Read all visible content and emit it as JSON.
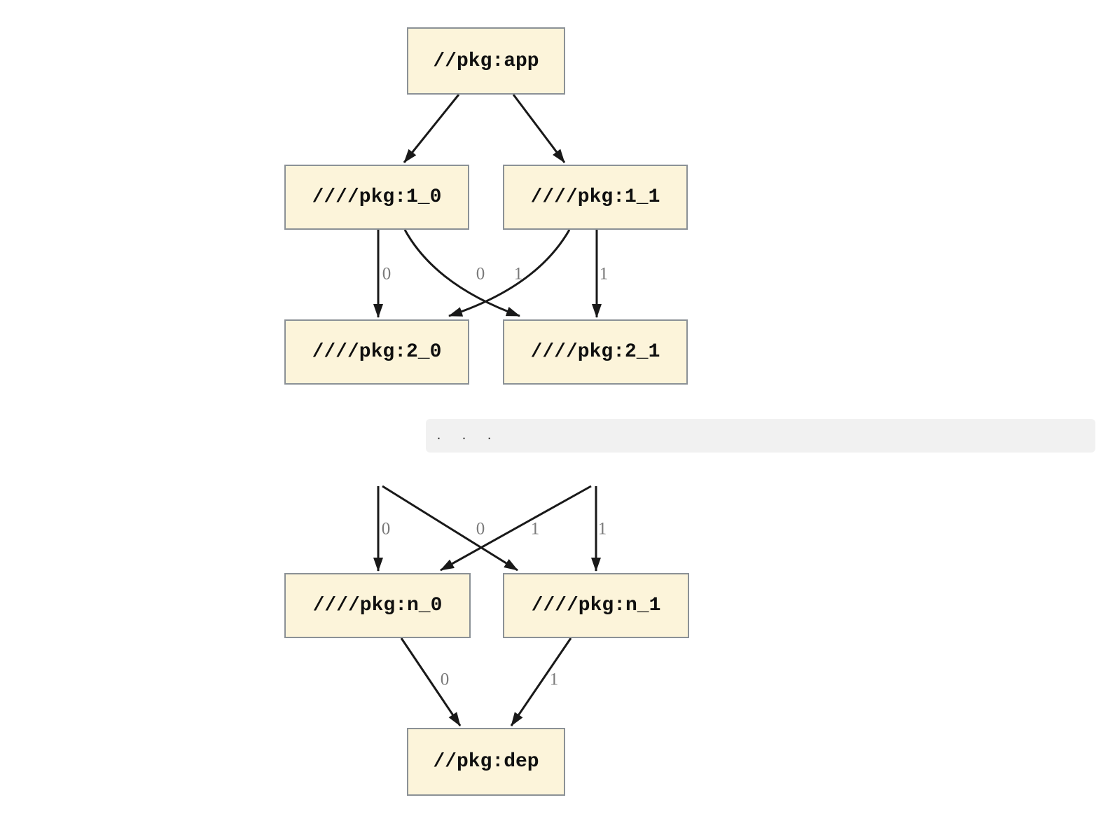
{
  "diagram": {
    "description": "Package dependency graph from //pkg:app through versioned packages down to //pkg:dep",
    "nodes": {
      "app": {
        "label": "//pkg:app"
      },
      "l1_0": {
        "label": "////pkg:1_0"
      },
      "l1_1": {
        "label": "////pkg:1_1"
      },
      "l2_0": {
        "label": "////pkg:2_0"
      },
      "l2_1": {
        "label": "////pkg:2_1"
      },
      "ln_0": {
        "label": "////pkg:n_0"
      },
      "ln_1": {
        "label": "////pkg:n_1"
      },
      "dep": {
        "label": "//pkg:dep"
      }
    },
    "ellipsis_text": ". . .",
    "edges": [
      {
        "from": "//pkg:app",
        "to": "////pkg:1_0",
        "label": ""
      },
      {
        "from": "//pkg:app",
        "to": "////pkg:1_1",
        "label": ""
      },
      {
        "from": "////pkg:1_0",
        "to": "////pkg:2_0",
        "label": "0"
      },
      {
        "from": "////pkg:1_0",
        "to": "////pkg:2_1",
        "label": "1"
      },
      {
        "from": "////pkg:1_1",
        "to": "////pkg:2_0",
        "label": "0"
      },
      {
        "from": "////pkg:1_1",
        "to": "////pkg:2_1",
        "label": "1"
      },
      {
        "from": "...",
        "to": "////pkg:n_0",
        "label": "0"
      },
      {
        "from": "...",
        "to": "////pkg:n_1",
        "label": "1"
      },
      {
        "from": "...",
        "to": "////pkg:n_0",
        "label": "0"
      },
      {
        "from": "...",
        "to": "////pkg:n_1",
        "label": "1"
      },
      {
        "from": "////pkg:n_0",
        "to": "//pkg:dep",
        "label": "0"
      },
      {
        "from": "////pkg:n_1",
        "to": "//pkg:dep",
        "label": "1"
      }
    ],
    "colors": {
      "node_fill": "#fcf4da",
      "node_border": "#8b9196",
      "edge": "#191919",
      "edge_label": "#7a7a7a",
      "code_bg": "#f1f1f1"
    }
  }
}
